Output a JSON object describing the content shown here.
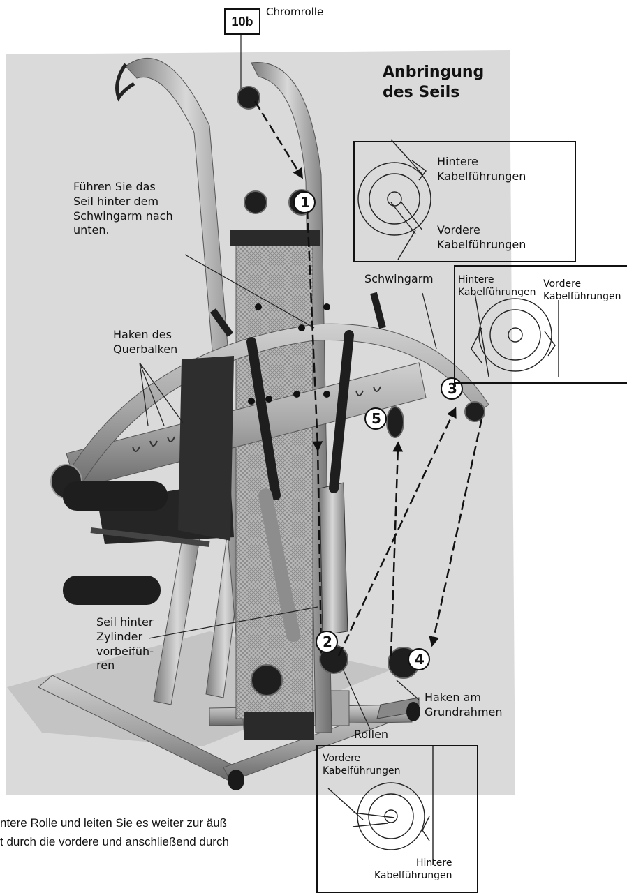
{
  "part_tag": "10b",
  "part_name": "Chromrolle",
  "title": "Anbringung\ndes Seils",
  "steps": [
    "1",
    "2",
    "3",
    "4",
    "5"
  ],
  "labels": {
    "route_behind_arm": "Führen Sie das\nSeil hinter dem\nSchwingarm nach\nunten.",
    "swing_arm": "Schwingarm",
    "crossbar_hooks": "Haken des\nQuerbalken",
    "behind_cylinder": "Seil hinter\nZylinder\nvorbeifüh-\nren",
    "pulleys": "Rollen",
    "base_hook": "Haken am\nGrundrahmen"
  },
  "inset_top": {
    "rear": "Hintere\nKabelführungen",
    "front": "Vordere\nKabelführungen"
  },
  "inset_mid": {
    "rear": "Hintere\nKabelführungen",
    "front": "Vordere\nKabelführungen"
  },
  "inset_bottom": {
    "front": "Vordere\nKabelführungen",
    "rear": "Hintere\nKabelführungen"
  },
  "body_text": [
    "ntere Rolle und leiten Sie es weiter zur äuß",
    "t durch die vordere und anschließend durch"
  ]
}
